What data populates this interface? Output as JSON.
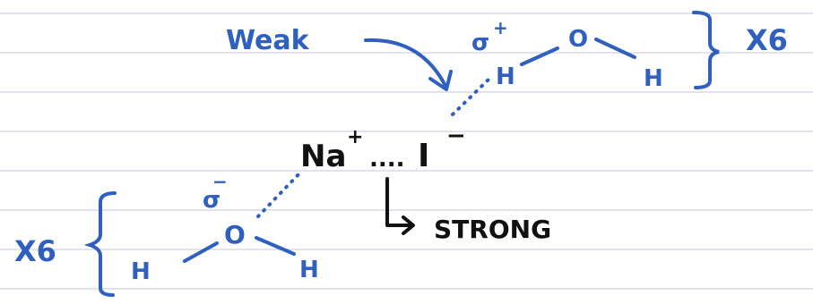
{
  "colors": {
    "blue_ink": "#2f5fbf",
    "black_ink": "#111111",
    "rule_line": "#d9d9ee",
    "paper": "#ffffff"
  },
  "labels": {
    "weak": "Weak",
    "strong": "STRONG",
    "na_ion": "Na",
    "na_charge": "+",
    "i_ion": "I",
    "i_charge": "−",
    "ionic_dots": "....",
    "top_h1": "H",
    "top_o": "O",
    "top_h2": "H",
    "top_delta": "σ",
    "top_delta_sign": "+",
    "top_multiplier": "X6",
    "bottom_h1": "H",
    "bottom_o": "O",
    "bottom_h2": "H",
    "bottom_delta": "σ",
    "bottom_delta_sign": "−",
    "bottom_multiplier": "X6"
  }
}
